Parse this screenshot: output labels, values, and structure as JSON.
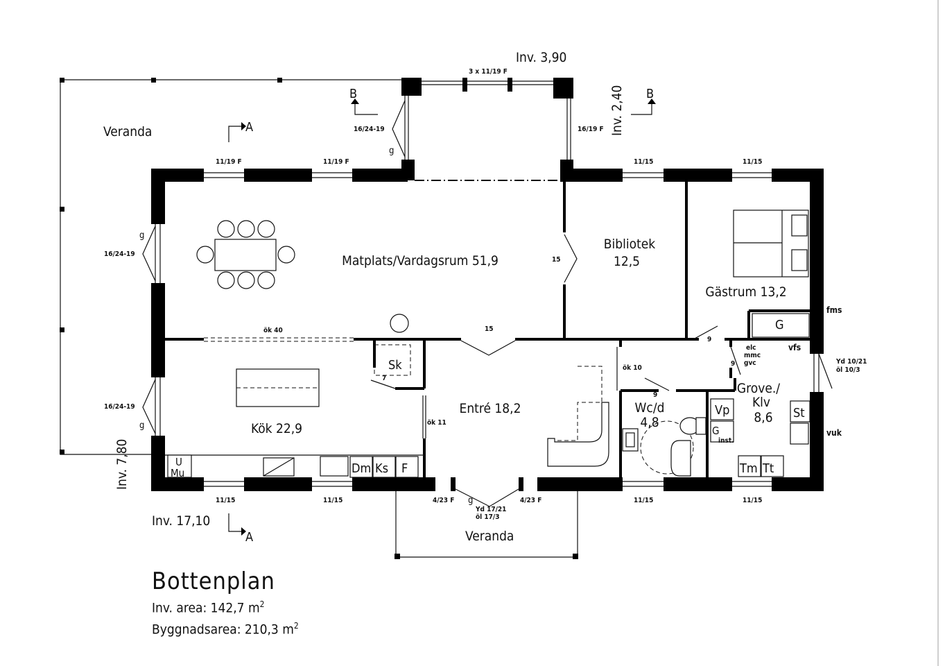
{
  "plan": {
    "title": "Bottenplan",
    "inv_area_label": "Inv. area: 142,7 m",
    "byggnadsarea_label": "Byggnadsarea: 210,3 m",
    "area_unit_sup": "2"
  },
  "rooms": {
    "veranda_top": "Veranda",
    "veranda_bottom": "Veranda",
    "matplats": "Matplats/Vardagsrum 51,9",
    "bibliotek_name": "Bibliotek",
    "bibliotek_area": "12,5",
    "gastrum": "Gästrum 13,2",
    "kok": "Kök 22,9",
    "entre": "Entré 18,2",
    "wc_name": "Wc/d",
    "wc_area": "4,8",
    "grove_name": "Grove./",
    "grove_name2": "Klv",
    "grove_area": "8,6"
  },
  "levels": {
    "top": "Inv. 3,90",
    "right": "Inv. 2,40",
    "left": "Inv. 7,80",
    "bottom": "Inv. 17,10"
  },
  "sections": {
    "a": "A",
    "b": "B"
  },
  "fixtures": {
    "sk": "Sk",
    "g": "G",
    "vp": "Vp",
    "st": "St",
    "dm": "Dm",
    "ks": "Ks",
    "f": "F",
    "tm": "Tm",
    "tt": "Tt",
    "u": "U",
    "mu": "Mu",
    "g_small": "G",
    "inst": "inst."
  },
  "annotations": {
    "w_3x11_19f": "3 x 11/19 F",
    "w_16_24_19": "16/24-19",
    "w_16_19f": "16/19 F",
    "w_11_19f": "11/19 F",
    "w_11_15": "11/15",
    "w_4_23f": "4/23 F",
    "g": "g",
    "d15": "15",
    "d9": "9",
    "d7": "7",
    "ok40": "ök 40",
    "ok10": "ök 10",
    "ok11": "ök 11",
    "yd_bottom_1": "Yd 17/21",
    "yd_bottom_2": "öl 17/3",
    "yd_right_1": "Yd 10/21",
    "yd_right_2": "öl 10/3",
    "fms": "fms",
    "vfs": "vfs",
    "vuk": "vuk",
    "elc": "elc",
    "mmc": "mmc",
    "gvc": "gvc"
  }
}
